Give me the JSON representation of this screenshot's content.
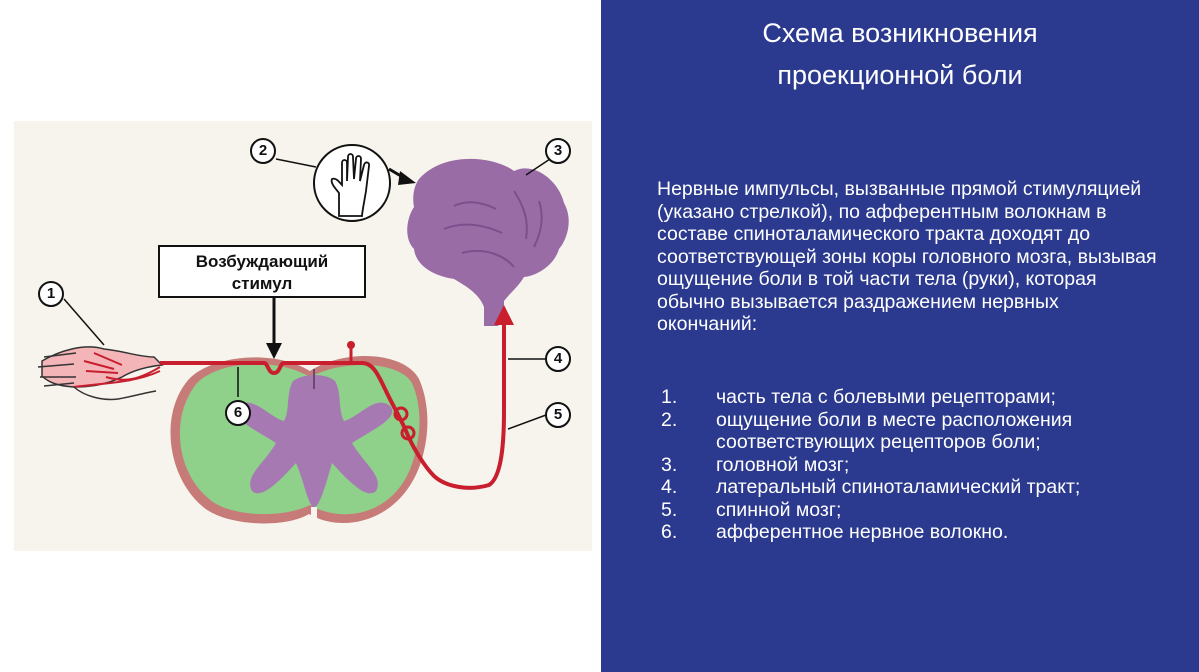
{
  "title": "Схема возникновения\nпроекционной боли",
  "description": "Нервные импульсы, вызванные прямой стимуляцией (указано стрелкой), по афферентным волокнам в составе спиноталамического тракта доходят до соответствующей зоны коры головного мозга, вызывая ощущение боли в той части тела (руки), которая обычно вызывается раздражением нервных окончаний:",
  "legend": [
    {
      "num": "1.",
      "text": "часть тела с болевыми рецепторами;"
    },
    {
      "num": "2.",
      "text": "ощущение боли в месте расположения соответствующих рецепторов боли;"
    },
    {
      "num": "3.",
      "text": "головной мозг;"
    },
    {
      "num": "4.",
      "text": "латеральный спиноталамический тракт;"
    },
    {
      "num": "5.",
      "text": "спинной мозг;"
    },
    {
      "num": "6.",
      "text": "афферентное нервное волокно."
    }
  ],
  "diagram": {
    "stimulus_label": "Возбуждающий стимул",
    "callouts": [
      "1",
      "2",
      "3",
      "4",
      "5",
      "6"
    ]
  },
  "colors": {
    "background_right": "#2b3a8e",
    "nerve": "#c81e2e",
    "brain": "#9a6ca6",
    "spinal_white_matter": "#8fd08a",
    "spinal_border": "#c77b78"
  }
}
